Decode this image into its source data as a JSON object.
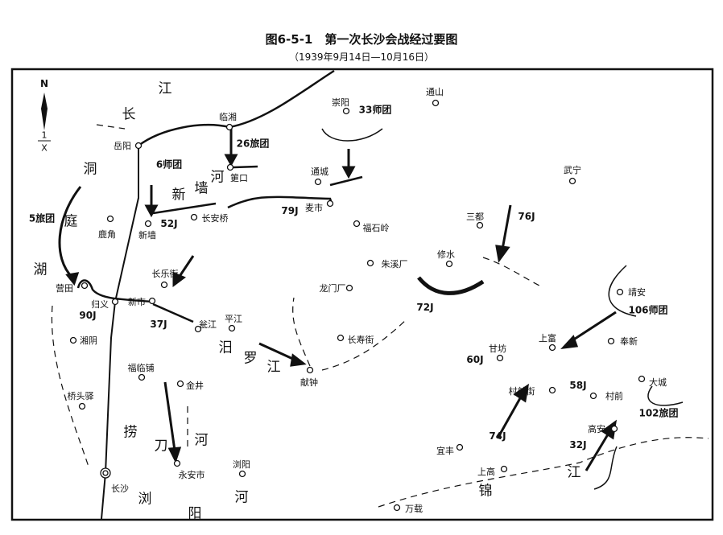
{
  "title": "图6-5-1　第一次长沙会战经过要图",
  "subtitle": "（1939年9月14日—10月16日）",
  "compass": {
    "north": "N",
    "scale_top": "1",
    "scale_bottom": "X"
  },
  "places": [
    "临湘",
    "岳阳",
    "崇阳",
    "通山",
    "通城",
    "麦市",
    "福石岭",
    "武宁",
    "筻口",
    "长安桥",
    "新墙",
    "鹿角",
    "营田",
    "归义",
    "新市",
    "长乐街",
    "瓮江",
    "平江",
    "湘阴",
    "福临铺",
    "金井",
    "桥头驿",
    "长沙",
    "永安市",
    "浏阳",
    "朱溪厂",
    "龙门厂",
    "长寿街",
    "献钟",
    "修水",
    "三都",
    "靖安",
    "甘坊",
    "上富",
    "奉新",
    "村前街",
    "村前",
    "大城",
    "高安",
    "宜丰",
    "上高",
    "万载"
  ],
  "units": [
    "33师团",
    "6师团",
    "26旅团",
    "5旅团",
    "52J",
    "79J",
    "90J",
    "37J",
    "76J",
    "72J",
    "106师团",
    "60J",
    "58J",
    "102旅团",
    "74J",
    "32J"
  ],
  "rivers": [
    "长",
    "江",
    "洞",
    "庭",
    "湖",
    "新",
    "墙",
    "河",
    "汨",
    "罗",
    "江",
    "捞",
    "刀",
    "河",
    "浏",
    "阳",
    "河",
    "锦",
    "江"
  ]
}
